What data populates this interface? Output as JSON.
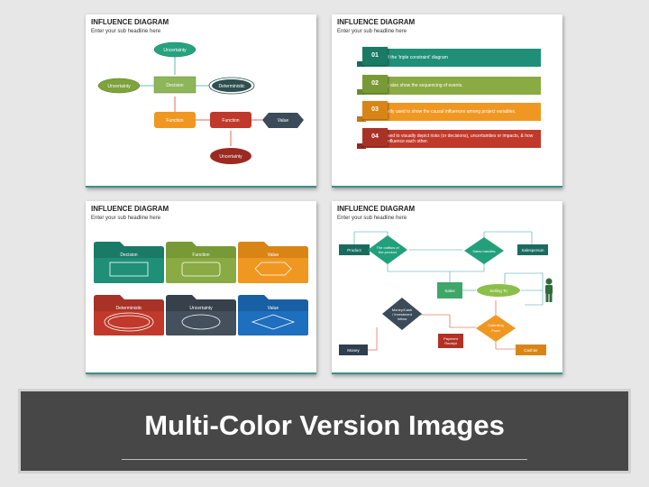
{
  "slides": [
    {
      "title": "INFLUENCE DIAGRAM",
      "subtitle": "Enter your sub headline here",
      "nodes": {
        "uncertainty_top": "Uncertainty",
        "uncertainty_left": "Uncertainty",
        "decision": "Decision",
        "deterministic": "Deterministic",
        "function_left": "Function",
        "function_right": "Function",
        "value": "Value",
        "uncertainty_bottom": "Uncertainty"
      }
    },
    {
      "title": "INFLUENCE DIAGRAM",
      "subtitle": "Enter your sub headline here",
      "rows": [
        {
          "num": "01",
          "text": "Recall the 'triple constraint' diagram",
          "color": "#1f8f78"
        },
        {
          "num": "02",
          "text": "It may also show the sequencing of events.",
          "color": "#8aaa44"
        },
        {
          "num": "03",
          "text": "Primarily used to show the causal influences among project variables.",
          "color": "#f09722"
        },
        {
          "num": "04",
          "text": "It is used to visually depict risks (or decisions), uncertainties or impacts, & how they influence each other.",
          "color": "#c0392b"
        }
      ]
    },
    {
      "title": "INFLUENCE DIAGRAM",
      "subtitle": "Enter your sub headline here",
      "folders": [
        {
          "label": "Decision",
          "color": "#1f8f78",
          "shape": "rectangle"
        },
        {
          "label": "Function",
          "color": "#8aaa44",
          "shape": "rounded-rectangle"
        },
        {
          "label": "Value",
          "color": "#f09722",
          "shape": "hexagon"
        },
        {
          "label": "Deterministic",
          "color": "#c0392b",
          "shape": "double-ellipse"
        },
        {
          "label": "Uncertainty",
          "color": "#44505c",
          "shape": "ellipse"
        },
        {
          "label": "Value",
          "color": "#1e6fbd",
          "shape": "diamond"
        }
      ]
    },
    {
      "title": "INFLUENCE DIAGRAM",
      "subtitle": "Enter your sub headline here",
      "nodes": {
        "product": "Product",
        "outflow_1": "The outflow of",
        "outflow_2": "the product",
        "sales_handles": "Sales handles",
        "salesperson": "Salesperson",
        "sales": "Sales",
        "selling_to": "Selling To",
        "money_cash_1": "Money/Cash",
        "money_cash_2": "/ Investment",
        "money_cash_3": "Inflow",
        "collecting_1": "Collecting",
        "collecting_2": "From",
        "payment_1": "Payment",
        "payment_2": "Receipt",
        "money": "Money",
        "cashier": "Cashier"
      }
    }
  ],
  "banner": {
    "title": "Multi-Color Version Images"
  }
}
